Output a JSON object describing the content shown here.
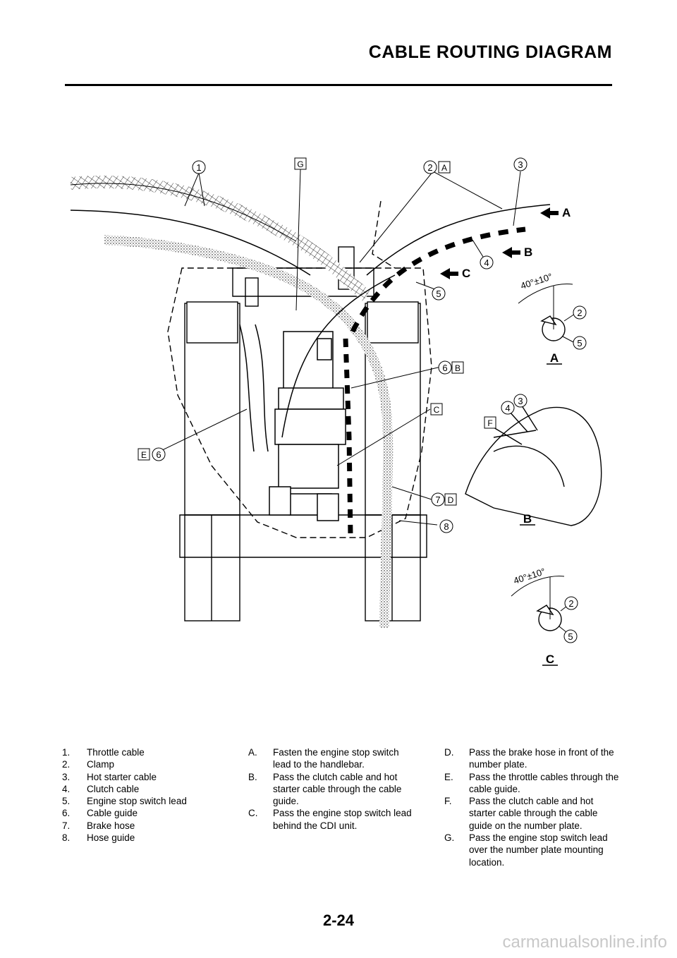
{
  "header": {
    "title": "CABLE ROUTING DIAGRAM"
  },
  "callouts": {
    "n1": "1",
    "n2": "2",
    "n3": "3",
    "n4": "4",
    "n5": "5",
    "n6": "6",
    "n7": "7",
    "n8": "8",
    "lA": "A",
    "lB": "B",
    "lC": "C",
    "lD": "D",
    "lE": "E",
    "lF": "F",
    "lG": "G",
    "viewA": "A",
    "viewB": "B",
    "viewC": "C",
    "angle": "40°±10°"
  },
  "legend_numbers": [
    {
      "key": "1.",
      "text": "Throttle cable"
    },
    {
      "key": "2.",
      "text": "Clamp"
    },
    {
      "key": "3.",
      "text": "Hot starter cable"
    },
    {
      "key": "4.",
      "text": "Clutch cable"
    },
    {
      "key": "5.",
      "text": "Engine stop switch lead"
    },
    {
      "key": "6.",
      "text": "Cable guide"
    },
    {
      "key": "7.",
      "text": "Brake hose"
    },
    {
      "key": "8.",
      "text": "Hose guide"
    }
  ],
  "legend_letters_a": [
    {
      "key": "A.",
      "text": "Fasten the engine stop switch lead to the handlebar."
    },
    {
      "key": "B.",
      "text": "Pass the clutch cable and hot starter cable through the cable guide."
    },
    {
      "key": "C.",
      "text": "Pass the engine stop switch lead behind the CDI unit."
    }
  ],
  "legend_letters_b": [
    {
      "key": "D.",
      "text": "Pass the brake hose in front of the number plate."
    },
    {
      "key": "E.",
      "text": "Pass the throttle cables through the cable guide."
    },
    {
      "key": "F.",
      "text": "Pass the clutch cable and hot starter cable through the cable guide on the number plate."
    },
    {
      "key": "G.",
      "text": "Pass the engine stop switch lead over the number plate mounting location."
    }
  ],
  "footer": {
    "page_number": "2-24",
    "watermark": "carmanualsonline.info"
  }
}
